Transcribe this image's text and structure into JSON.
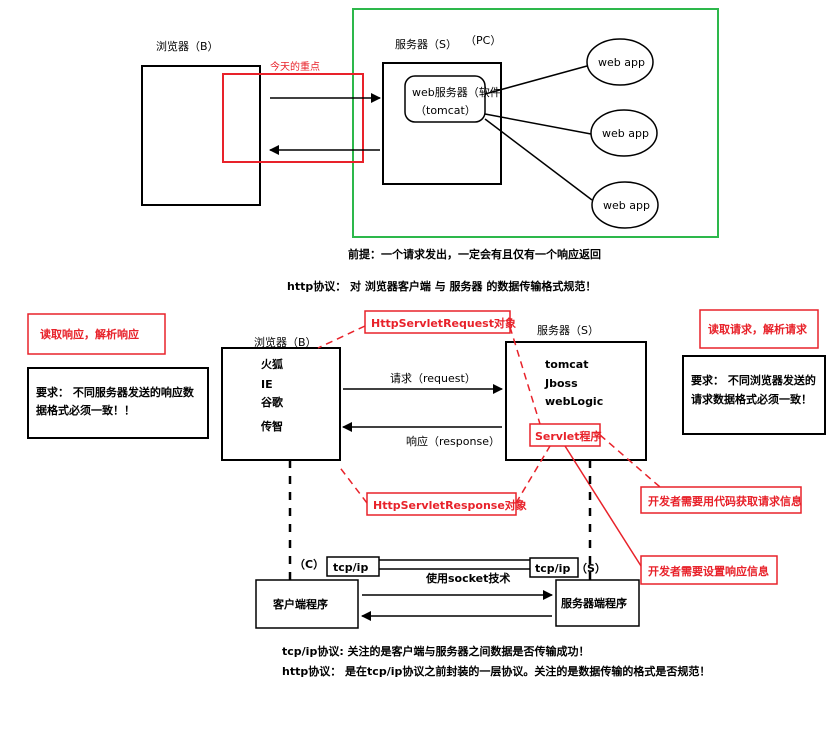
{
  "top": {
    "browser_label": "浏览器（B）",
    "focus_label": "今天的重点",
    "server_label": "服务器（S）",
    "pc_label": "（PC）",
    "webserver_line1": "web服务器（软件",
    "webserver_line2": "（tomcat）",
    "webapp_1": "web app",
    "webapp_2": "web app",
    "webapp_3": "web app",
    "premise": "前提：一个请求发出，一定会有且仅有一个响应返回"
  },
  "middle": {
    "http_title": "http协议：  对 浏览器客户端 与 服务器 的数据传输格式规范！",
    "read_response_note": "读取响应，解析响应",
    "read_request_note": "读取请求，解析请求",
    "browser_label": "浏览器（B）",
    "server_label": "服务器（S）",
    "browsers": [
      "火狐",
      "IE",
      "谷歌",
      "传智"
    ],
    "servers": [
      "tomcat",
      "Jboss",
      "webLogic"
    ],
    "left_requirement_line1": "要求：  不同服务器发送的响应数",
    "left_requirement_line2": "据格式必须一致！！",
    "right_requirement_line1": "要求：  不同浏览器发送的",
    "right_requirement_line2": "请求数据格式必须一致！",
    "request_arrow": "请求（request）",
    "response_arrow": "响应（response）",
    "http_request_obj": "HttpServletRequest对象",
    "http_response_obj": "HttpServletResponse对象",
    "servlet_program": "Servlet程序",
    "dev_get_request": "开发者需要用代码获取请求信息",
    "dev_set_response": "开发者需要设置响应信息"
  },
  "bottom": {
    "client_tag": "（C）",
    "server_tag": "（S）",
    "tcpip_left": "tcp/ip",
    "tcpip_right": "tcp/ip",
    "socket_label": "使用socket技术",
    "client_program": "客户端程序",
    "server_program": "服务器端程序",
    "note_tcpip": "tcp/ip协议:  关注的是客户端与服务器之间数据是否传输成功！",
    "note_http": "http协议：  是在tcp/ip协议之前封装的一层协议。关注的是数据传输的格式是否规范！"
  },
  "colors": {
    "accent_red": "#e8222a",
    "green_border": "#2db84b",
    "line": "#000000"
  }
}
